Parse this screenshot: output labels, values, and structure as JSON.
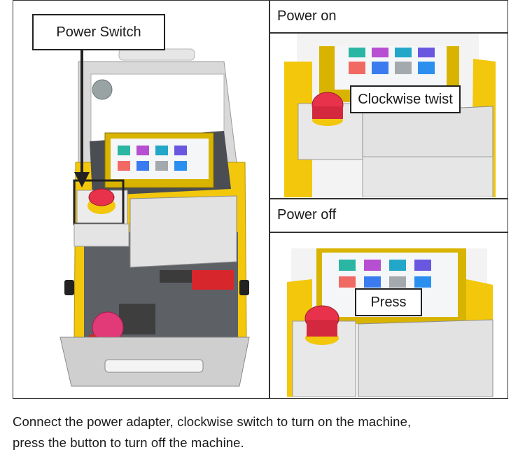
{
  "main_panel": {
    "callout": "Power Switch"
  },
  "power_on": {
    "header": "Power on",
    "callout": "Clockwise twist"
  },
  "power_off": {
    "header": "Power off",
    "callout": "Press"
  },
  "caption": {
    "line1": "Connect the power adapter, clockwise switch to turn on the machine,",
    "line2": "press the button to turn off the machine."
  },
  "colors": {
    "frame": "#333333",
    "machine_yellow": "#f2c70c",
    "machine_body": "#e8e8e8",
    "button_red": "#e8324b"
  }
}
